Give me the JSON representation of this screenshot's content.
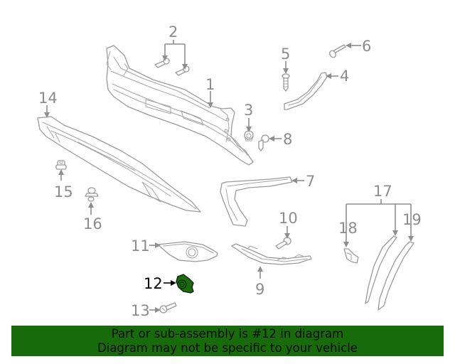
{
  "diagram": {
    "highlight_color": "#176b0b",
    "selected_part": "12",
    "callouts": [
      {
        "id": "1",
        "label": "1"
      },
      {
        "id": "2",
        "label": "2"
      },
      {
        "id": "3",
        "label": "3"
      },
      {
        "id": "4",
        "label": "4"
      },
      {
        "id": "5",
        "label": "5"
      },
      {
        "id": "6",
        "label": "6"
      },
      {
        "id": "7",
        "label": "7"
      },
      {
        "id": "8",
        "label": "8"
      },
      {
        "id": "9",
        "label": "9"
      },
      {
        "id": "10",
        "label": "10"
      },
      {
        "id": "11",
        "label": "11"
      },
      {
        "id": "12",
        "label": "12"
      },
      {
        "id": "13",
        "label": "13"
      },
      {
        "id": "14",
        "label": "14"
      },
      {
        "id": "15",
        "label": "15"
      },
      {
        "id": "16",
        "label": "16"
      },
      {
        "id": "17",
        "label": "17"
      },
      {
        "id": "18",
        "label": "18"
      },
      {
        "id": "19",
        "label": "19"
      }
    ]
  },
  "banner": {
    "line1": "Part or sub-assembly is #12 in diagram",
    "line2": "Diagram may not be specific to your vehicle"
  }
}
